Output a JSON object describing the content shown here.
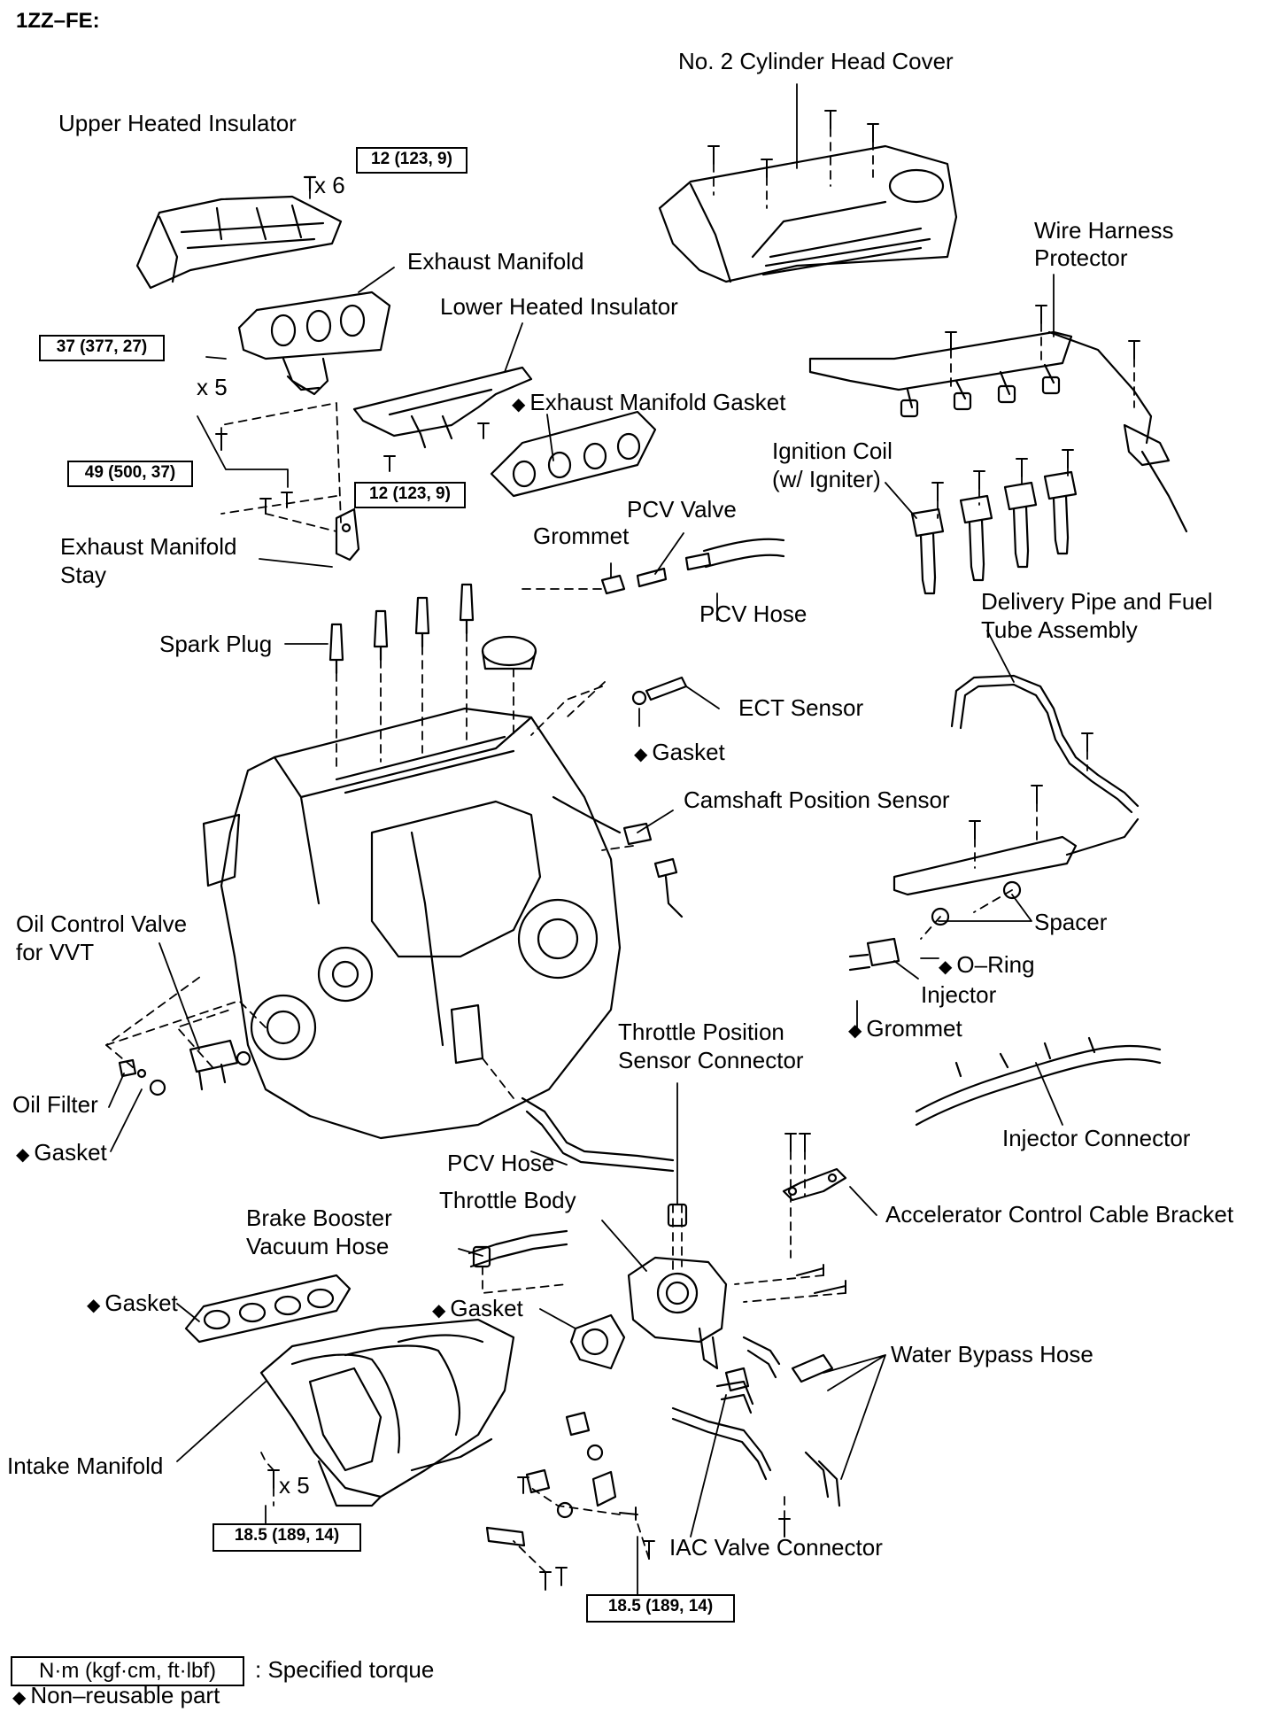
{
  "title": "1ZZ–FE:",
  "labels": {
    "no2_head_cover": "No. 2 Cylinder Head Cover",
    "upper_insulator": "Upper Heated Insulator",
    "x6": "x 6",
    "exhaust_manifold": "Exhaust Manifold",
    "lower_insulator": "Lower Heated Insulator",
    "wire_harness_1": "Wire Harness",
    "wire_harness_2": "Protector",
    "x5_top": "x 5",
    "exhaust_gasket": "Exhaust Manifold Gasket",
    "ignition_coil_1": "Ignition Coil",
    "ignition_coil_2": "(w/ Igniter)",
    "pcv_valve": "PCV Valve",
    "grommet_top": "Grommet",
    "exh_stay_1": "Exhaust Manifold",
    "exh_stay_2": "Stay",
    "pcv_hose_top": "PCV Hose",
    "delivery_pipe_1": "Delivery Pipe and Fuel",
    "delivery_pipe_2": "Tube Assembly",
    "spark_plug": "Spark Plug",
    "ect_sensor": "ECT Sensor",
    "gasket_ect": "Gasket",
    "camshaft_sensor": "Camshaft Position Sensor",
    "oil_control_1": "Oil Control Valve",
    "oil_control_2": "for VVT",
    "spacer": "Spacer",
    "o_ring": "O–Ring",
    "injector": "Injector",
    "grommet_inj": "Grommet",
    "tps_1": "Throttle Position",
    "tps_2": "Sensor Connector",
    "oil_filter": "Oil Filter",
    "gasket_oil": "Gasket",
    "injector_connector": "Injector Connector",
    "pcv_hose_bottom": "PCV Hose",
    "throttle_body": "Throttle Body",
    "accel_bracket": "Accelerator Control Cable Bracket",
    "brake_booster_1": "Brake Booster",
    "brake_booster_2": "Vacuum Hose",
    "gasket_intake": "Gasket",
    "gasket_throttle": "Gasket",
    "water_bypass": "Water Bypass Hose",
    "intake_manifold": "Intake Manifold",
    "x5_bottom": "x 5",
    "iac_connector": "IAC Valve Connector"
  },
  "diamond": "◆",
  "torque": {
    "t12_upper": "12 (123, 9)",
    "t37": "37 (377, 27)",
    "t49": "49 (500, 37)",
    "t12_lower": "12 (123, 9)",
    "t185_left": "18.5 (189, 14)",
    "t185_right": "18.5 (189, 14)"
  },
  "legend": {
    "box": "N·m (kgf·cm, ft·lbf)",
    "box_text": ": Specified torque",
    "nonreusable": "Non–reusable part"
  }
}
